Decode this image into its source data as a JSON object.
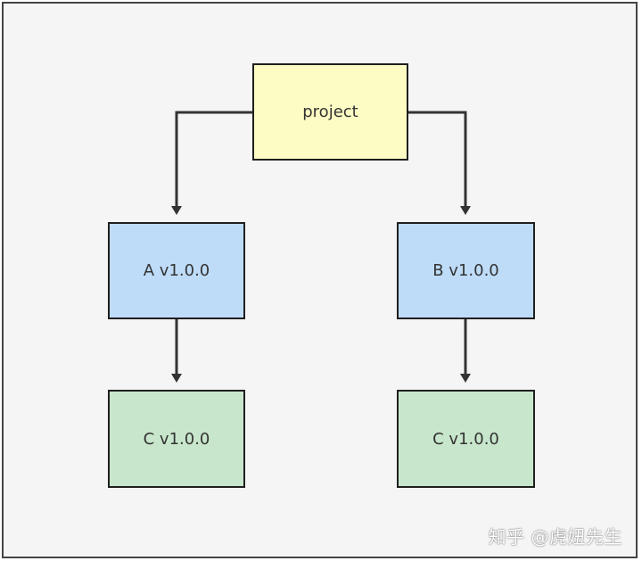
{
  "diagram": {
    "nodes": {
      "project": {
        "label": "project",
        "fill": "#fcfcc4"
      },
      "a": {
        "label": "A v1.0.0",
        "fill": "#bedcf8"
      },
      "b": {
        "label": "B v1.0.0",
        "fill": "#bedcf8"
      },
      "c_under_a": {
        "label": "C v1.0.0",
        "fill": "#c8e6cb"
      },
      "c_under_b": {
        "label": "C v1.0.0",
        "fill": "#c8e6cb"
      }
    },
    "edges": [
      {
        "from": "project",
        "to": "A v1.0.0"
      },
      {
        "from": "project",
        "to": "B v1.0.0"
      },
      {
        "from": "A v1.0.0",
        "to": "C v1.0.0"
      },
      {
        "from": "B v1.0.0",
        "to": "C v1.0.0"
      }
    ],
    "colors": {
      "stroke": "#333333",
      "background": "#f5f5f5"
    }
  },
  "watermark": {
    "text": "知乎 @虎妞先生"
  }
}
